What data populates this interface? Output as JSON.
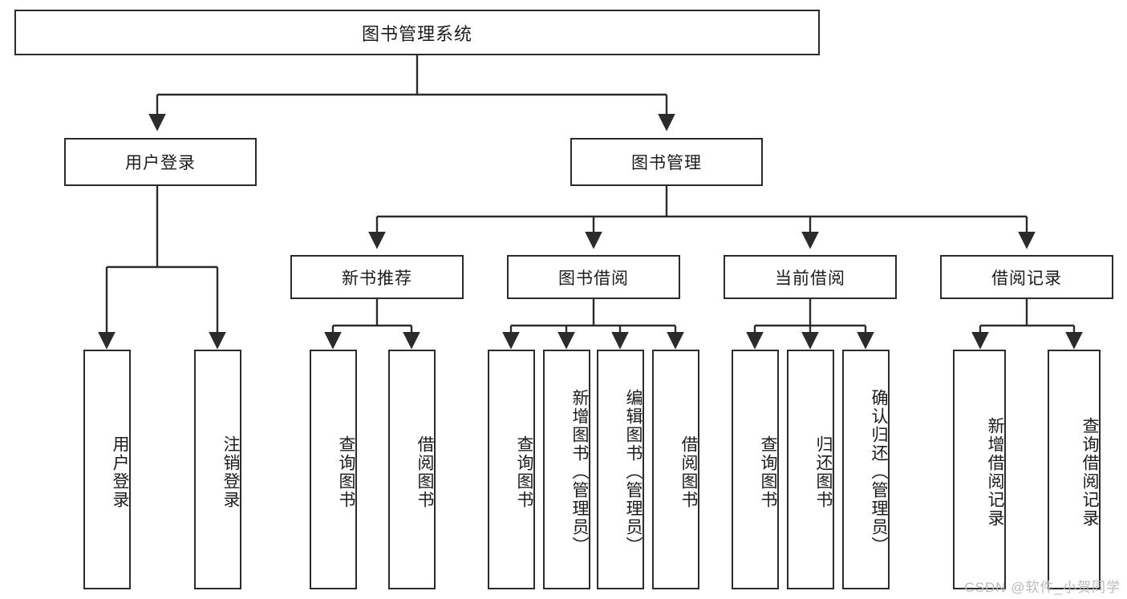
{
  "diagram": {
    "type": "tree-hierarchy",
    "title": "图书管理系统",
    "orientation": "top-down",
    "edge_style": "orthogonal-arrow",
    "colors": {
      "box_border": "#2b2b2b",
      "box_fill": "#ffffff",
      "edge": "#2b2b2b",
      "text": "#1b1b1b",
      "watermark": "#b9b9b9",
      "background": "#ffffff"
    },
    "root": {
      "label": "图书管理系统"
    },
    "level2": [
      {
        "label": "用户登录"
      },
      {
        "label": "图书管理"
      }
    ],
    "level3": [
      {
        "label": "新书推荐"
      },
      {
        "label": "图书借阅"
      },
      {
        "label": "当前借阅"
      },
      {
        "label": "借阅记录"
      }
    ],
    "leaves_user_login": [
      {
        "label": "用户登录"
      },
      {
        "label": "注销登录"
      }
    ],
    "leaves_new_book": [
      {
        "label": "查询图书"
      },
      {
        "label": "借阅图书"
      }
    ],
    "leaves_borrow": [
      {
        "label": "查询图书"
      },
      {
        "label": "新增图书（管理员）"
      },
      {
        "label": "编辑图书（管理员）"
      },
      {
        "label": "借阅图书"
      }
    ],
    "leaves_current": [
      {
        "label": "查询图书"
      },
      {
        "label": "归还图书"
      },
      {
        "label": "确认归还（管理员）"
      }
    ],
    "leaves_record": [
      {
        "label": "新增借阅记录"
      },
      {
        "label": "查询借阅记录"
      }
    ]
  },
  "watermark": {
    "text": "CSDN @软件_小贺同学"
  }
}
